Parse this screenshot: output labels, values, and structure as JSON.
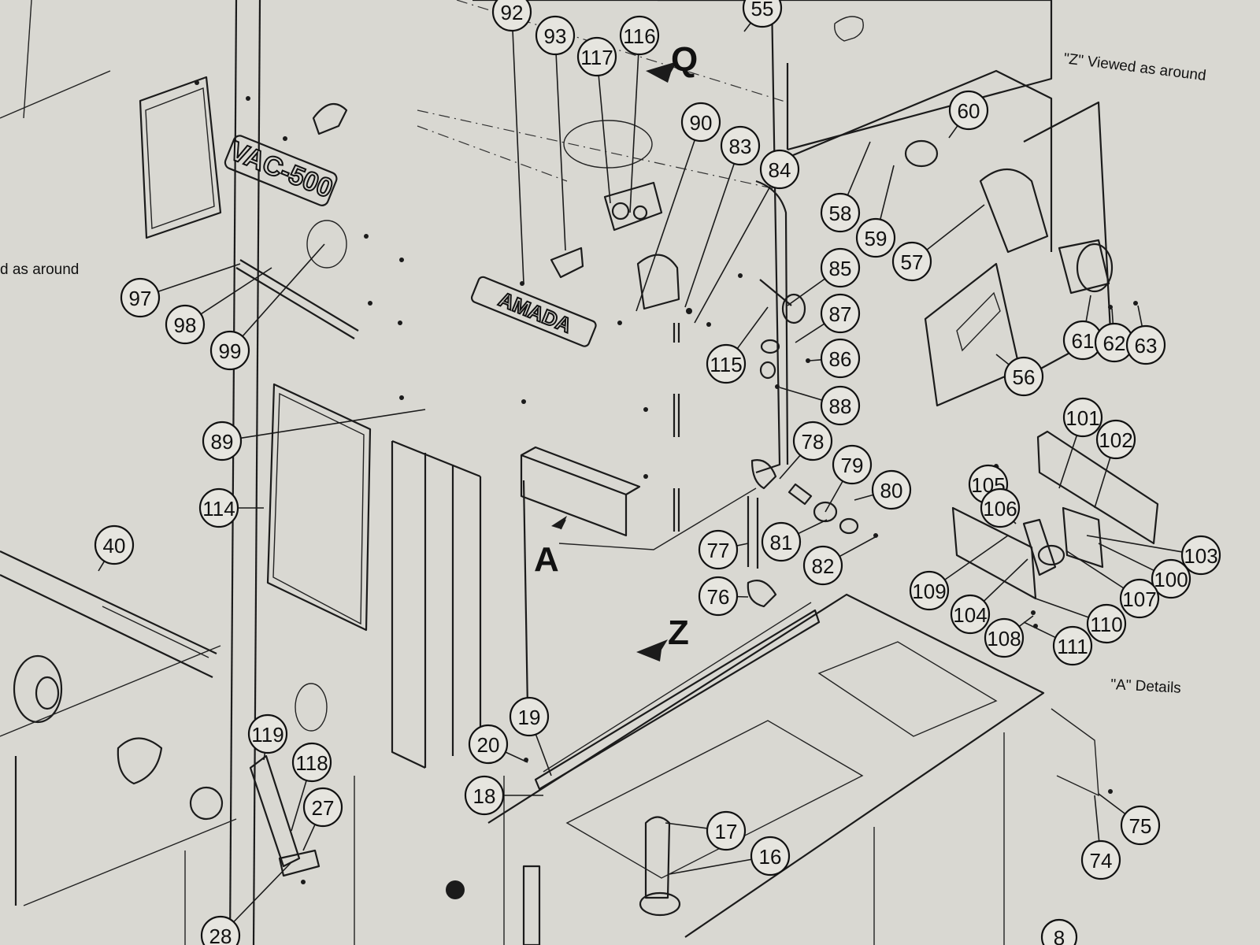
{
  "captions": {
    "z_view_top": "\"Z\" Viewed as around",
    "z_view_left": "d as around",
    "a_details": "\"A\" Details"
  },
  "view_markers": {
    "q": "Q",
    "z": "Z",
    "a": "A"
  },
  "nameplates": {
    "model": "VAC-500",
    "brand": "AMADA"
  },
  "callouts": [
    {
      "label": "92"
    },
    {
      "label": "93"
    },
    {
      "label": "117"
    },
    {
      "label": "116"
    },
    {
      "label": "55"
    },
    {
      "label": "60"
    },
    {
      "label": "90"
    },
    {
      "label": "83"
    },
    {
      "label": "84"
    },
    {
      "label": "58"
    },
    {
      "label": "59"
    },
    {
      "label": "57"
    },
    {
      "label": "85"
    },
    {
      "label": "87"
    },
    {
      "label": "86"
    },
    {
      "label": "88"
    },
    {
      "label": "115"
    },
    {
      "label": "61"
    },
    {
      "label": "62"
    },
    {
      "label": "63"
    },
    {
      "label": "56"
    },
    {
      "label": "97"
    },
    {
      "label": "98"
    },
    {
      "label": "99"
    },
    {
      "label": "89"
    },
    {
      "label": "114"
    },
    {
      "label": "40"
    },
    {
      "label": "78"
    },
    {
      "label": "79"
    },
    {
      "label": "80"
    },
    {
      "label": "77"
    },
    {
      "label": "81"
    },
    {
      "label": "82"
    },
    {
      "label": "76"
    },
    {
      "label": "101"
    },
    {
      "label": "102"
    },
    {
      "label": "105"
    },
    {
      "label": "106"
    },
    {
      "label": "103"
    },
    {
      "label": "100"
    },
    {
      "label": "109"
    },
    {
      "label": "104"
    },
    {
      "label": "107"
    },
    {
      "label": "110"
    },
    {
      "label": "108"
    },
    {
      "label": "111"
    },
    {
      "label": "19"
    },
    {
      "label": "20"
    },
    {
      "label": "18"
    },
    {
      "label": "119"
    },
    {
      "label": "118"
    },
    {
      "label": "27"
    },
    {
      "label": "28"
    },
    {
      "label": "17"
    },
    {
      "label": "16"
    },
    {
      "label": "75"
    },
    {
      "label": "74"
    },
    {
      "label": "8"
    }
  ]
}
